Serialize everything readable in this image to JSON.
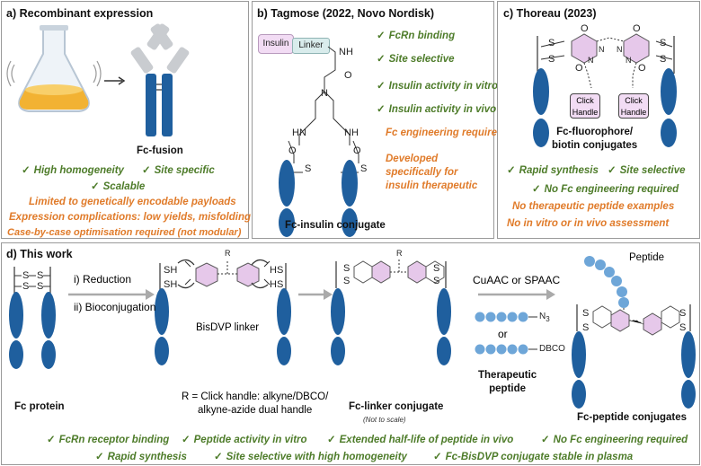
{
  "panel_a": {
    "title": "a) Recombinant expression",
    "product_label": "Fc-fusion",
    "pros": [
      "High homogeneity",
      "Site specific",
      "Scalable"
    ],
    "cons": [
      "Limited to genetically encodable payloads",
      "Expression complications: low yields, misfolding",
      "Case-by-case optimisation required (not modular)"
    ]
  },
  "panel_b": {
    "title": "b) Tagmose (2022, Novo Nordisk)",
    "insulin_tag": "Insulin",
    "linker_tag": "Linker",
    "atoms": [
      "NH",
      "N",
      "HN",
      "NH",
      "O",
      "O",
      "O",
      "S",
      "S"
    ],
    "product_label": "Fc-insulin conjugate",
    "pros": [
      "FcRn binding",
      "Site selective",
      "Insulin activity in vitro",
      "Insulin activity in vivo"
    ],
    "cons": [
      "Fc engineering required",
      "Developed specifically for insulin therapeutic"
    ]
  },
  "panel_c": {
    "title": "c) Thoreau (2023)",
    "handle_line1": "Click",
    "handle_line2": "Handle",
    "atoms": [
      "S",
      "S",
      "S",
      "S",
      "O",
      "O",
      "O",
      "O",
      "N",
      "N",
      "N",
      "N"
    ],
    "product_line1": "Fc-fluorophore/",
    "product_line2": "biotin conjugates",
    "pros": [
      "Rapid synthesis",
      "Site selective",
      "No Fc engineering required"
    ],
    "cons": [
      "No therapeutic peptide examples",
      "No in vitro or in vivo assessment"
    ]
  },
  "panel_d": {
    "title": "d) This work",
    "disulfide_atoms": [
      "S",
      "S",
      "S",
      "S"
    ],
    "step1": "i)  Reduction",
    "step2": "ii) Bioconjugation",
    "thiols": [
      "SH",
      "SH",
      "HS",
      "HS"
    ],
    "r_label": "R",
    "linker_label": "BisDVP linker",
    "fc_protein_label": "Fc protein",
    "r_def_line1": "R = Click handle: alkyne/DBCO/",
    "r_def_line2": "alkyne-azide dual handle",
    "conj_label": "Fc-linker conjugate",
    "conj_note": "(Not to scale)",
    "conj_atoms": [
      "S",
      "S",
      "S",
      "S"
    ],
    "reaction": "CuAAC or SPAAC",
    "azide": "N",
    "azide_sub": "3",
    "or": "or",
    "dbco": "DBCO",
    "peptide_line1": "Therapeutic",
    "peptide_line2": "peptide",
    "peptide_label": "Peptide",
    "product_label": "Fc-peptide conjugates",
    "product_atoms": [
      "S",
      "S",
      "S",
      "S"
    ],
    "pros_row1": [
      "FcRn receptor binding",
      "Peptide activity in vitro",
      "Extended half-life of peptide in vivo",
      "No Fc engineering required"
    ],
    "pros_row2": [
      "Rapid synthesis",
      "Site selective with high homogeneity",
      "Fc-BisDVP conjugate stable in plasma"
    ]
  },
  "colors": {
    "fc_blue": "#1f5f9e",
    "peptide_blue": "#6ea6d8",
    "pro_green": "#4e7c2a",
    "con_orange": "#e07b2a",
    "ring_pink": "#e6c8ea",
    "tag_pink": "#f2dcf4",
    "tag_blue": "#d9ecec"
  }
}
